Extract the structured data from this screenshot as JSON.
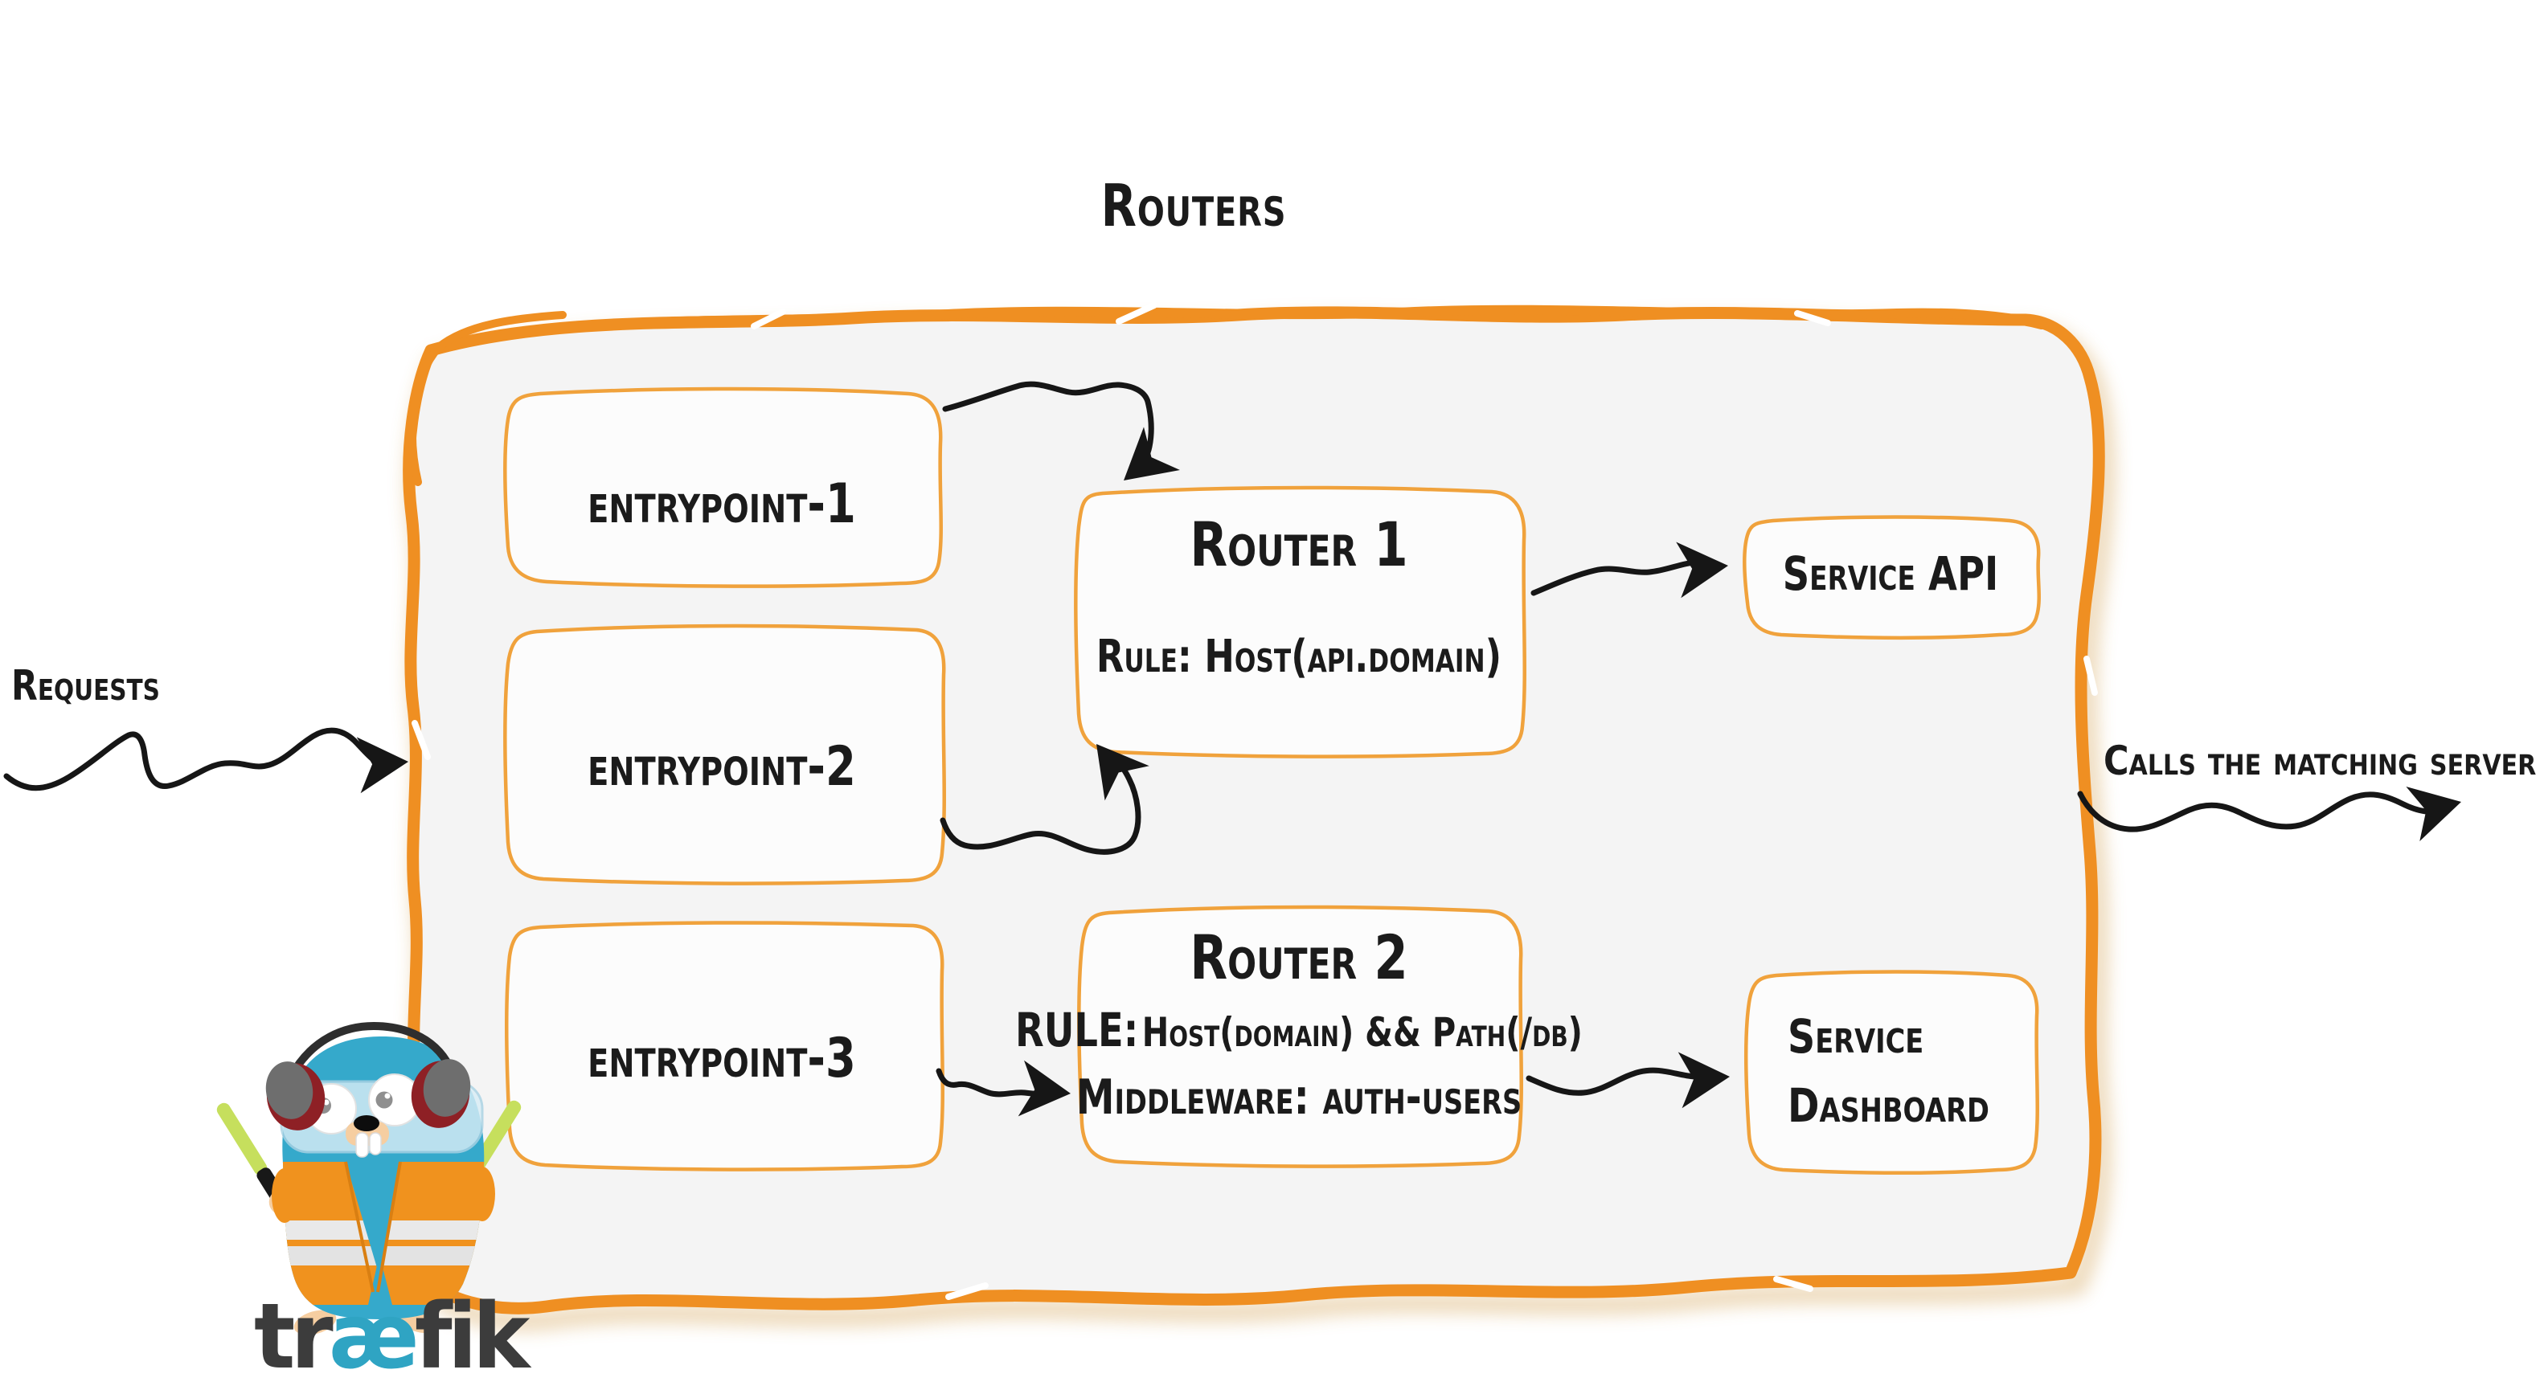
{
  "diagram_title": "Routers",
  "left_annotation": {
    "label": "Requests"
  },
  "right_annotation": {
    "label": "Calls the matching server"
  },
  "entrypoints": [
    {
      "label": "entrypoint-1"
    },
    {
      "label": "entrypoint-2"
    },
    {
      "label": "entrypoint-3"
    }
  ],
  "routers": [
    {
      "title": "Router 1",
      "rule": "Rule: Host(api.domain)"
    },
    {
      "title": "Router 2",
      "rule_key": "RULE:",
      "rule_value": "Host(domain) && Path(/db)",
      "middleware": "Middleware: auth-users"
    }
  ],
  "services": [
    {
      "label": "Service API"
    },
    {
      "line1": "Service",
      "line2": "Dashboard"
    }
  ],
  "logo": {
    "part1": "tr",
    "part2": "æ",
    "part3": "fik"
  },
  "colors": {
    "accent_orange": "#EF8F22",
    "box_border_orange": "#F0A23C",
    "panel_gray": "#F4F4F4",
    "ink_black": "#1B1B1B",
    "traefik_blue": "#35A9CB",
    "logo_text_gray": "#3C3C3C",
    "vest_orange": "#F0921E",
    "baton_green": "#C6DF5D"
  }
}
